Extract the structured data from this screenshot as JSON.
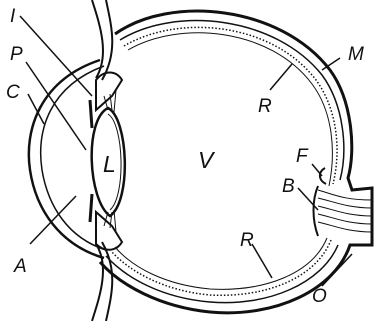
{
  "labels": {
    "I": "I",
    "P": "P",
    "C": "C",
    "L": "L",
    "V": "V",
    "M": "M",
    "R_upper": "R",
    "F": "F",
    "B": "B",
    "R_lower": "R",
    "A": "A",
    "O": "O"
  },
  "colors": {
    "ink": "#111111",
    "background": "#ffffff"
  }
}
